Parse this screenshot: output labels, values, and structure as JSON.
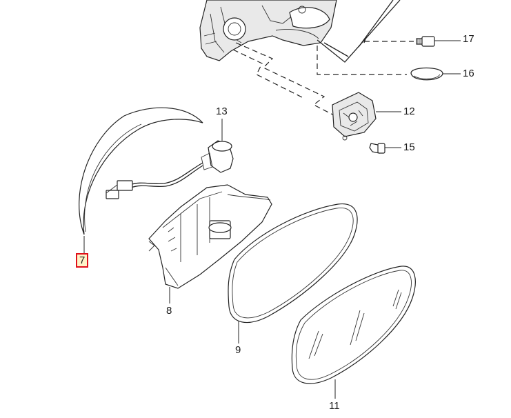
{
  "diagram": {
    "highlight_color": "#e0101a",
    "parts": [
      {
        "id": "7",
        "label": "7",
        "highlighted": true
      },
      {
        "id": "8",
        "label": "8"
      },
      {
        "id": "9",
        "label": "9"
      },
      {
        "id": "11",
        "label": "11"
      },
      {
        "id": "12",
        "label": "12"
      },
      {
        "id": "13",
        "label": "13"
      },
      {
        "id": "15",
        "label": "15"
      },
      {
        "id": "16",
        "label": "16"
      },
      {
        "id": "17",
        "label": "17"
      }
    ]
  }
}
